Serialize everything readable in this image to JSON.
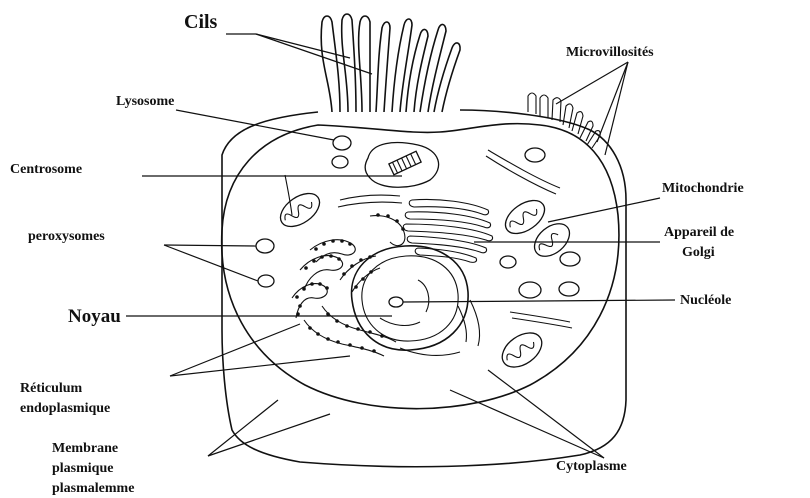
{
  "labels": {
    "cils": "Cils",
    "microvillosites": "Microvillosités",
    "lysosome": "Lysosome",
    "centrosome": "Centrosome",
    "mitochondrie": "Mitochondrie",
    "peroxysomes": "peroxysomes",
    "appareil_golgi_1": "Appareil de",
    "appareil_golgi_2": "Golgi",
    "noyau": "Noyau",
    "nucleole": "Nucléole",
    "reticulum_1": "Réticulum",
    "reticulum_2": "endoplasmique",
    "membrane_1": "Membrane",
    "membrane_2": "plasmique",
    "membrane_3": "plasmalemme",
    "cytoplasme": "Cytoplasme"
  }
}
